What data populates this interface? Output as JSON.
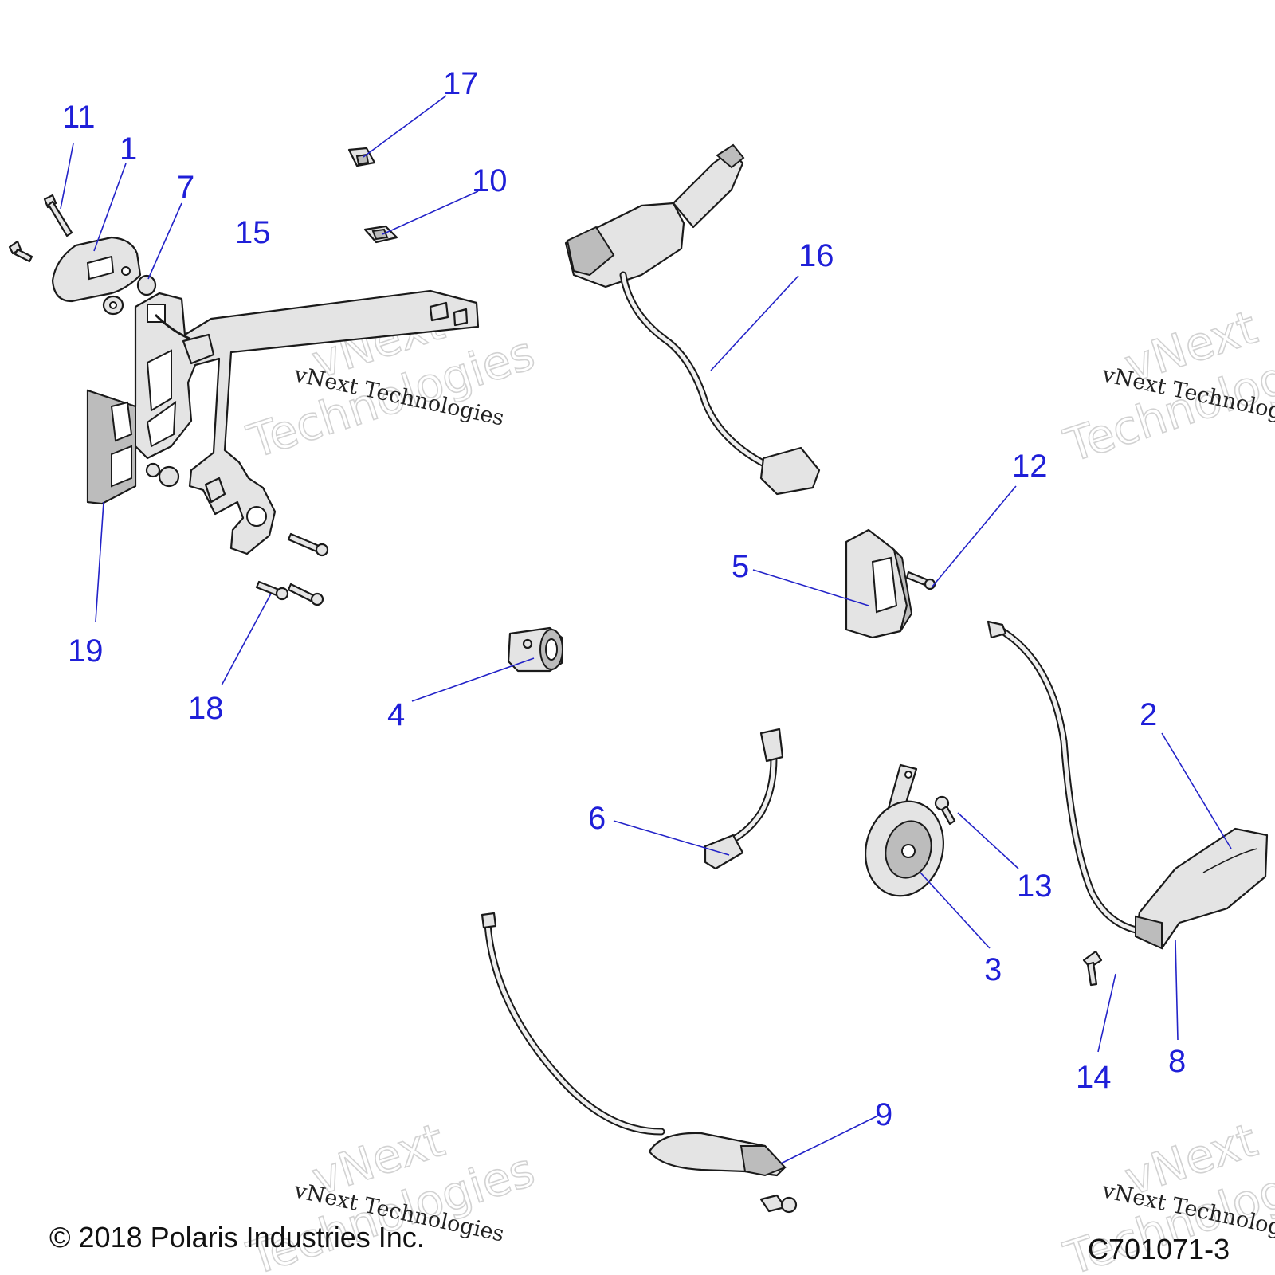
{
  "callouts": {
    "c1": "1",
    "c2": "2",
    "c3": "3",
    "c4": "4",
    "c5": "5",
    "c6": "6",
    "c7": "7",
    "c8": "8",
    "c9": "9",
    "c10": "10",
    "c11": "11",
    "c12": "12",
    "c13": "13",
    "c14": "14",
    "c15": "15",
    "c16": "16",
    "c17": "17",
    "c18": "18",
    "c19": "19"
  },
  "watermark": {
    "brand_line": "vNext Technologies",
    "big_word_1": "vNext",
    "big_word_2": "Technologies"
  },
  "footer": {
    "copyright": "© 2018 Polaris Industries Inc.",
    "diagram_code": "C701071-3"
  },
  "colors": {
    "callout_blue": "#1f1fd8",
    "leader_blue": "#2323c8",
    "line_art": "#1a1a1a",
    "part_fill": "#e4e4e4"
  }
}
